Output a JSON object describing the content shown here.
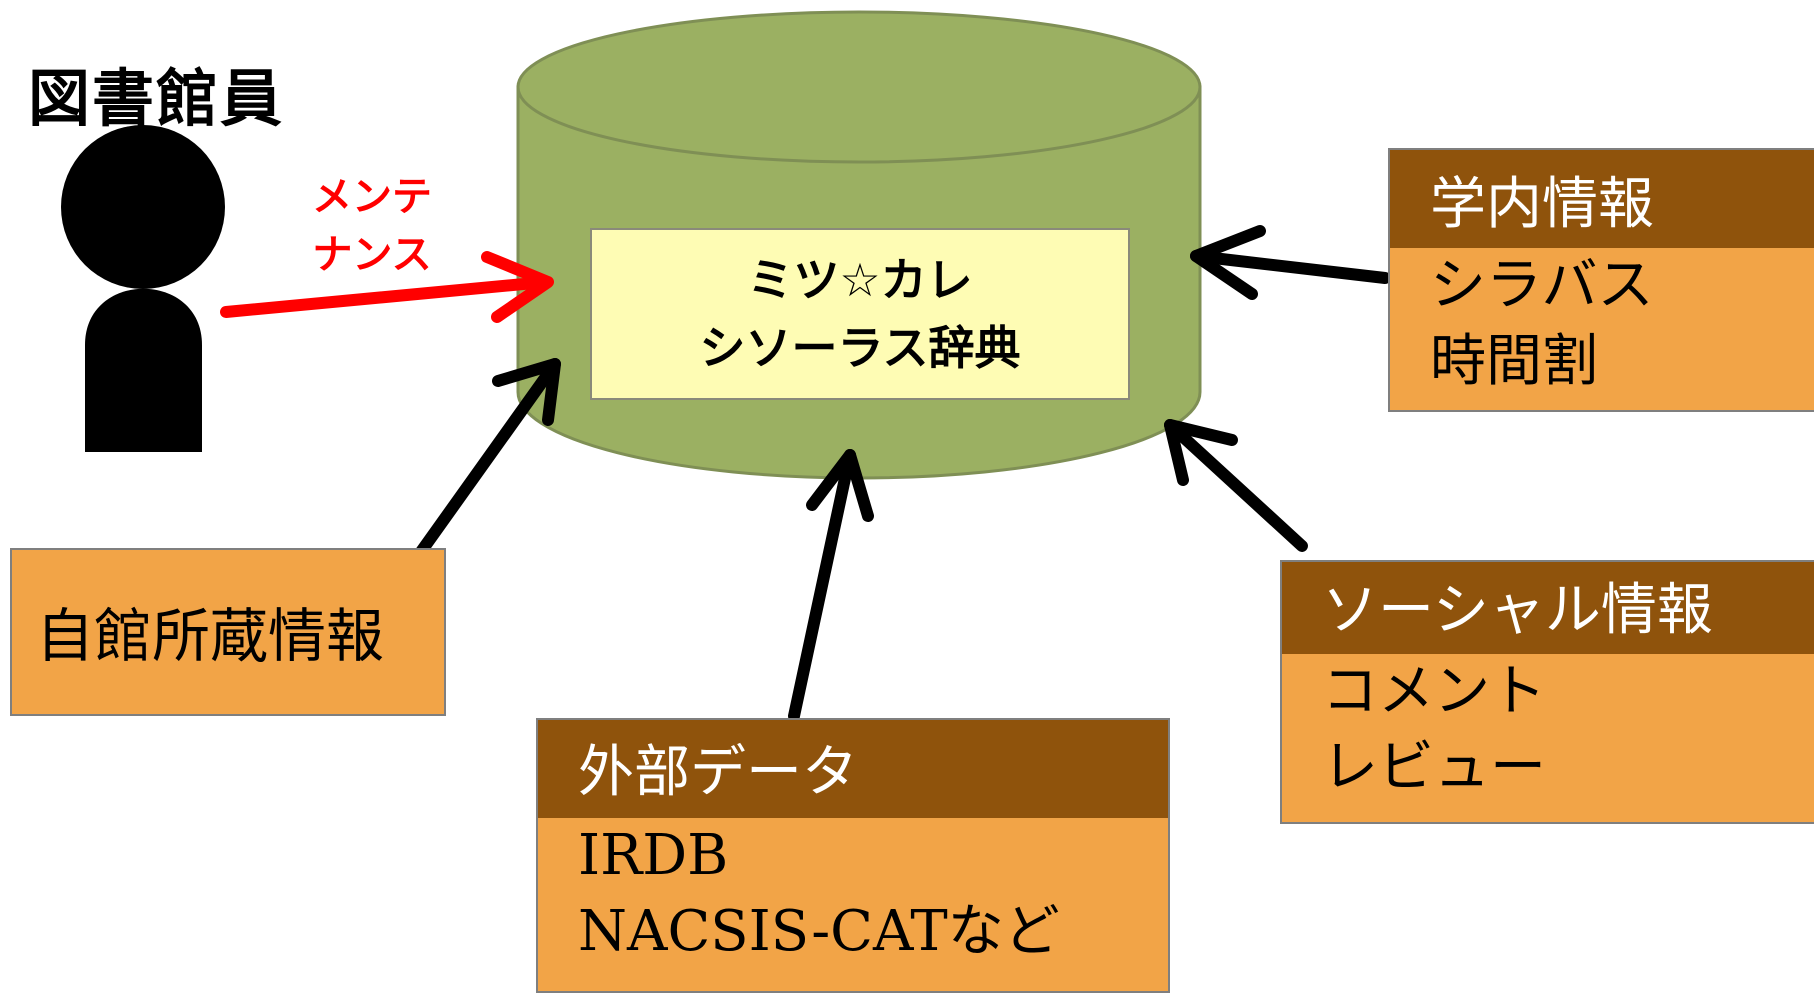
{
  "librarian": {
    "title": "図書館員",
    "icon": "person-icon"
  },
  "maintenance": {
    "line1": "メンテ",
    "line2": "ナンス",
    "color": "#ff0000"
  },
  "database": {
    "icon": "database-cylinder-icon",
    "fill": "#9bb062",
    "label_line1": "ミツ☆カレ",
    "label_line2": "シソーラス辞典",
    "label_bg": "#fefcb4"
  },
  "sources": {
    "campus": {
      "header": "学内情報",
      "items": [
        "シラバス",
        "時間割"
      ]
    },
    "holdings": {
      "label": "自館所蔵情報"
    },
    "social": {
      "header": "ソーシャル情報",
      "items": [
        "コメント",
        "レビュー"
      ]
    },
    "external": {
      "header": "外部データ",
      "items": [
        "IRDB",
        "NACSIS-CATなど"
      ]
    }
  },
  "colors": {
    "box_fill": "#f2a447",
    "box_header": "#8f530c",
    "arrow": "#000000"
  }
}
